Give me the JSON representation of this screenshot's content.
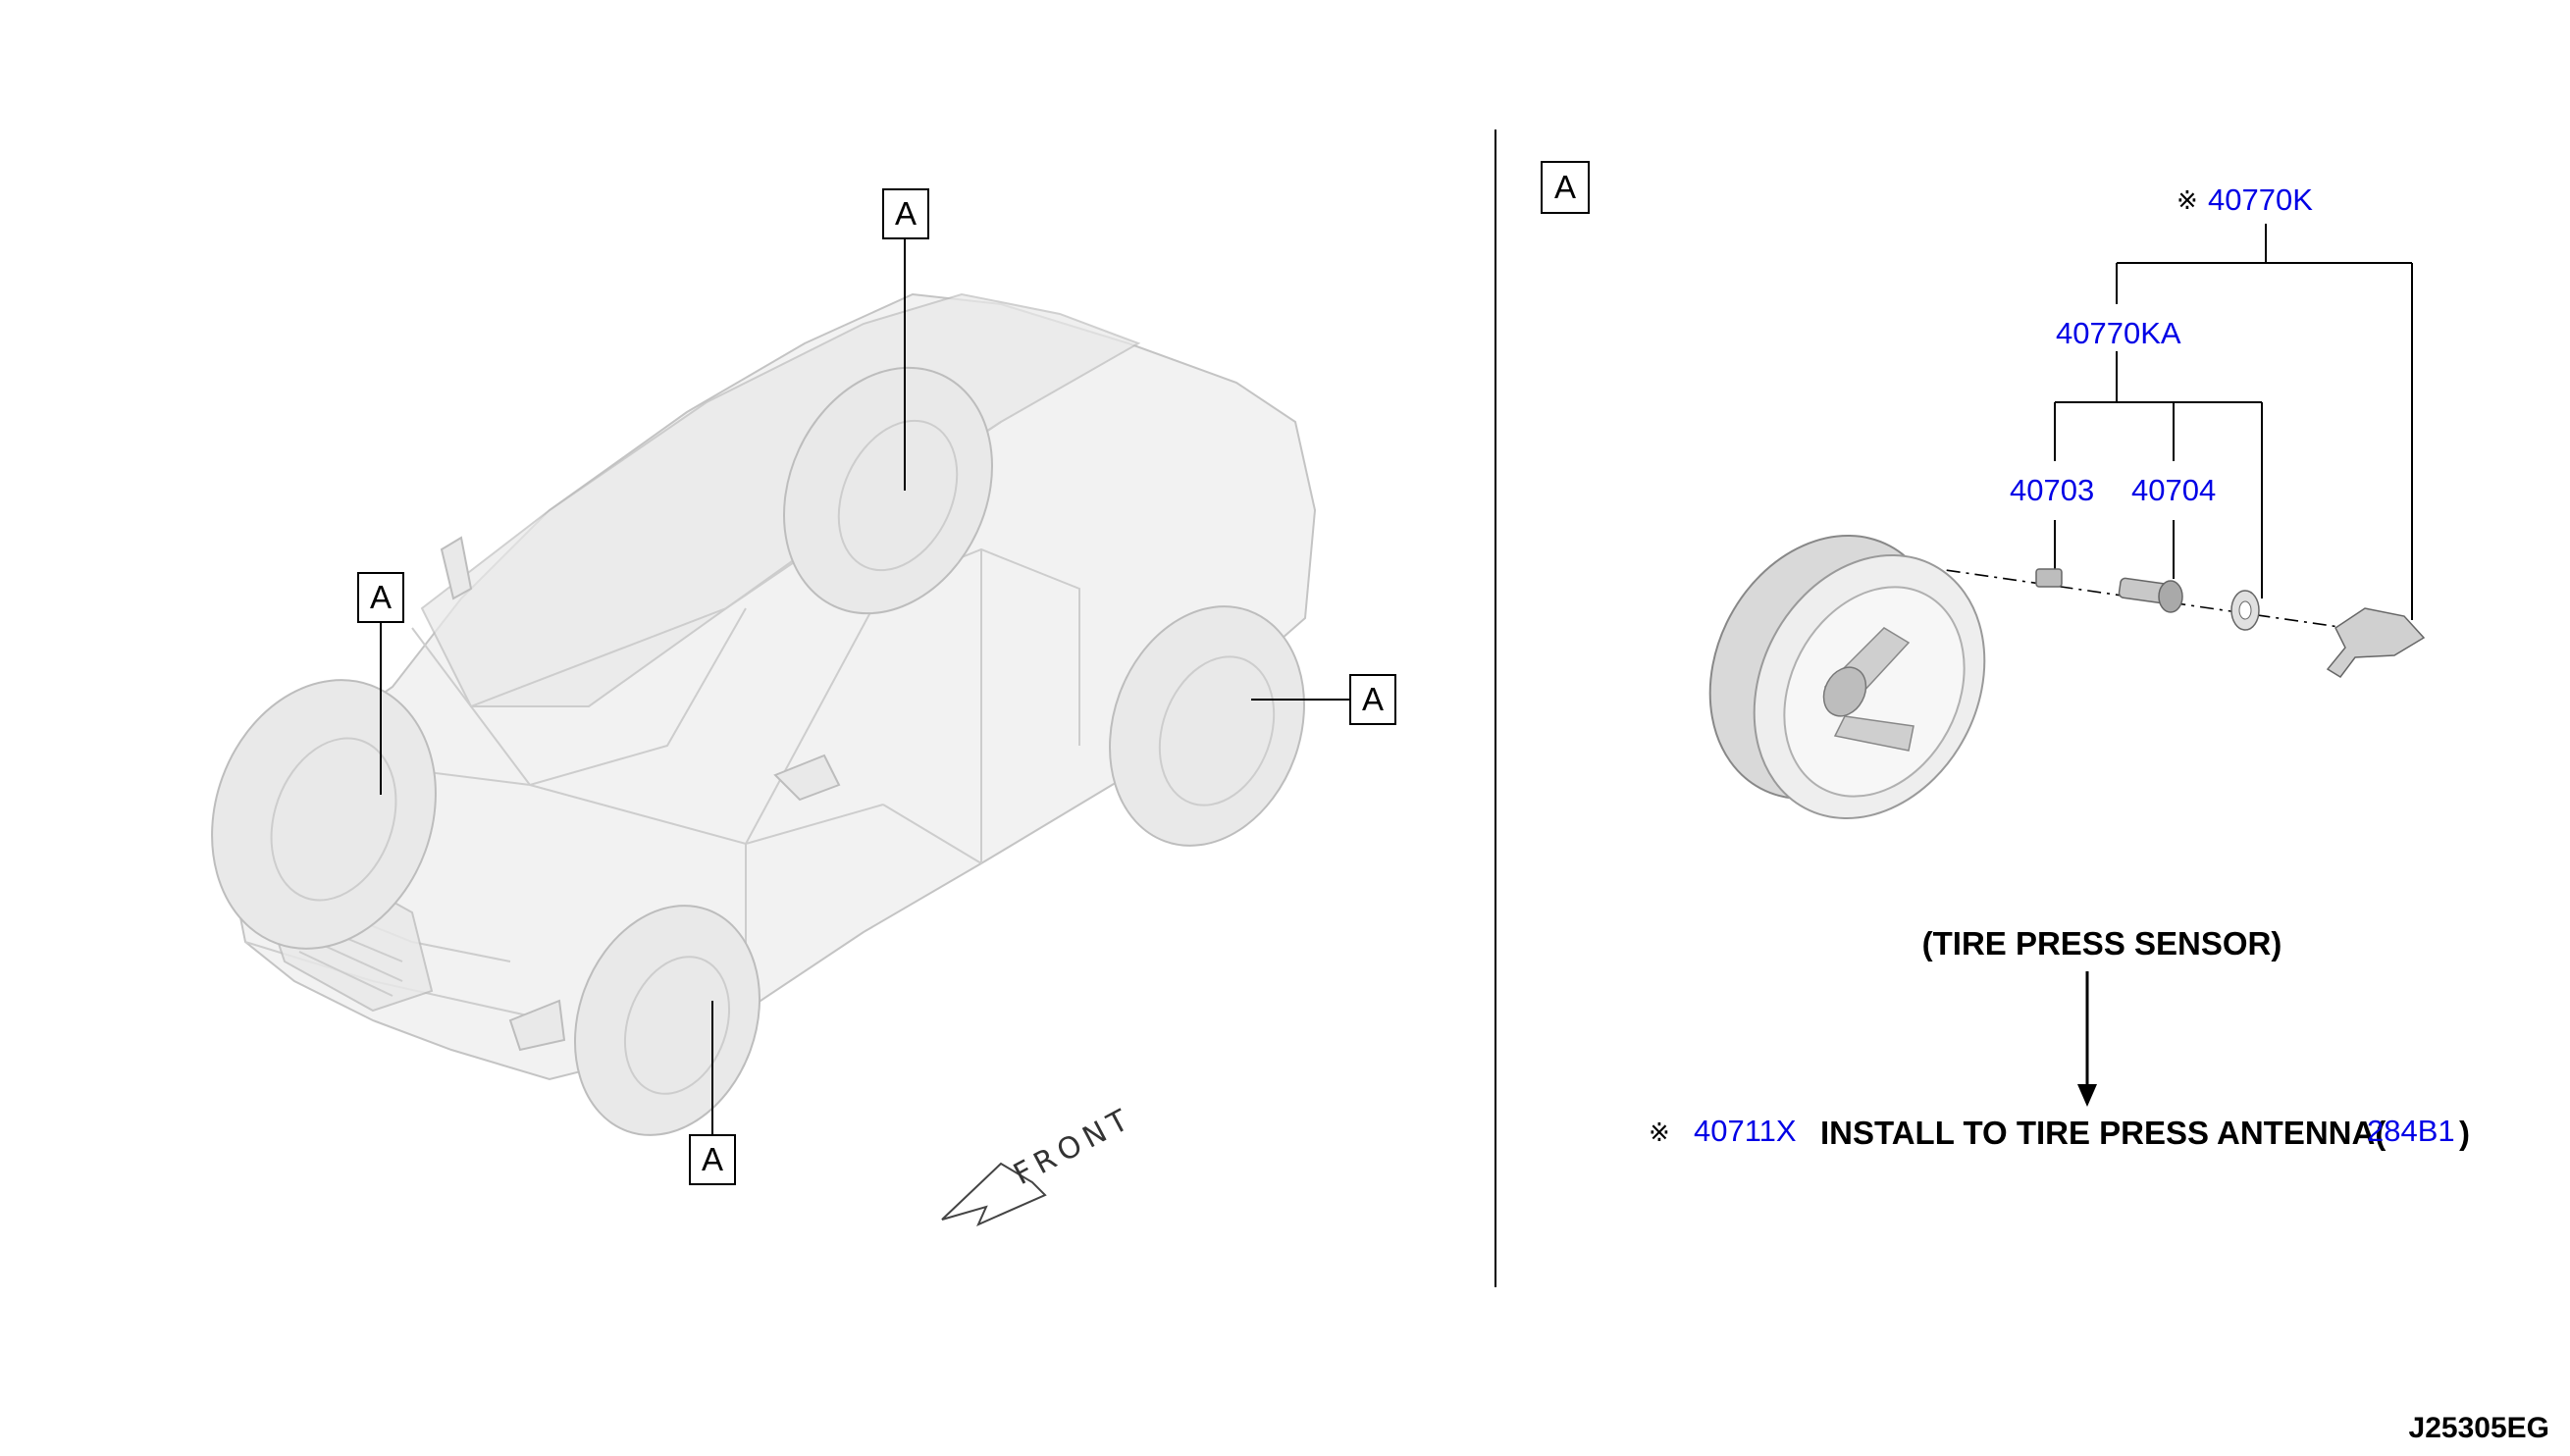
{
  "callouts": {
    "label": "A"
  },
  "front_label": "FRONT",
  "parts": {
    "kit_mark": "※",
    "kit": "40770K",
    "sensor_assy": "40770KA",
    "nut": "40703",
    "valve": "40704",
    "antenna_mark": "※",
    "antenna_part": "40711X",
    "antenna_ref": "284B1"
  },
  "notes": {
    "sensor_title": "(TIRE PRESS SENSOR)",
    "install_prefix": "INSTALL TO TIRE PRESS ANTENNA(",
    "install_suffix": ")"
  },
  "diagram_code": "J25305EG"
}
